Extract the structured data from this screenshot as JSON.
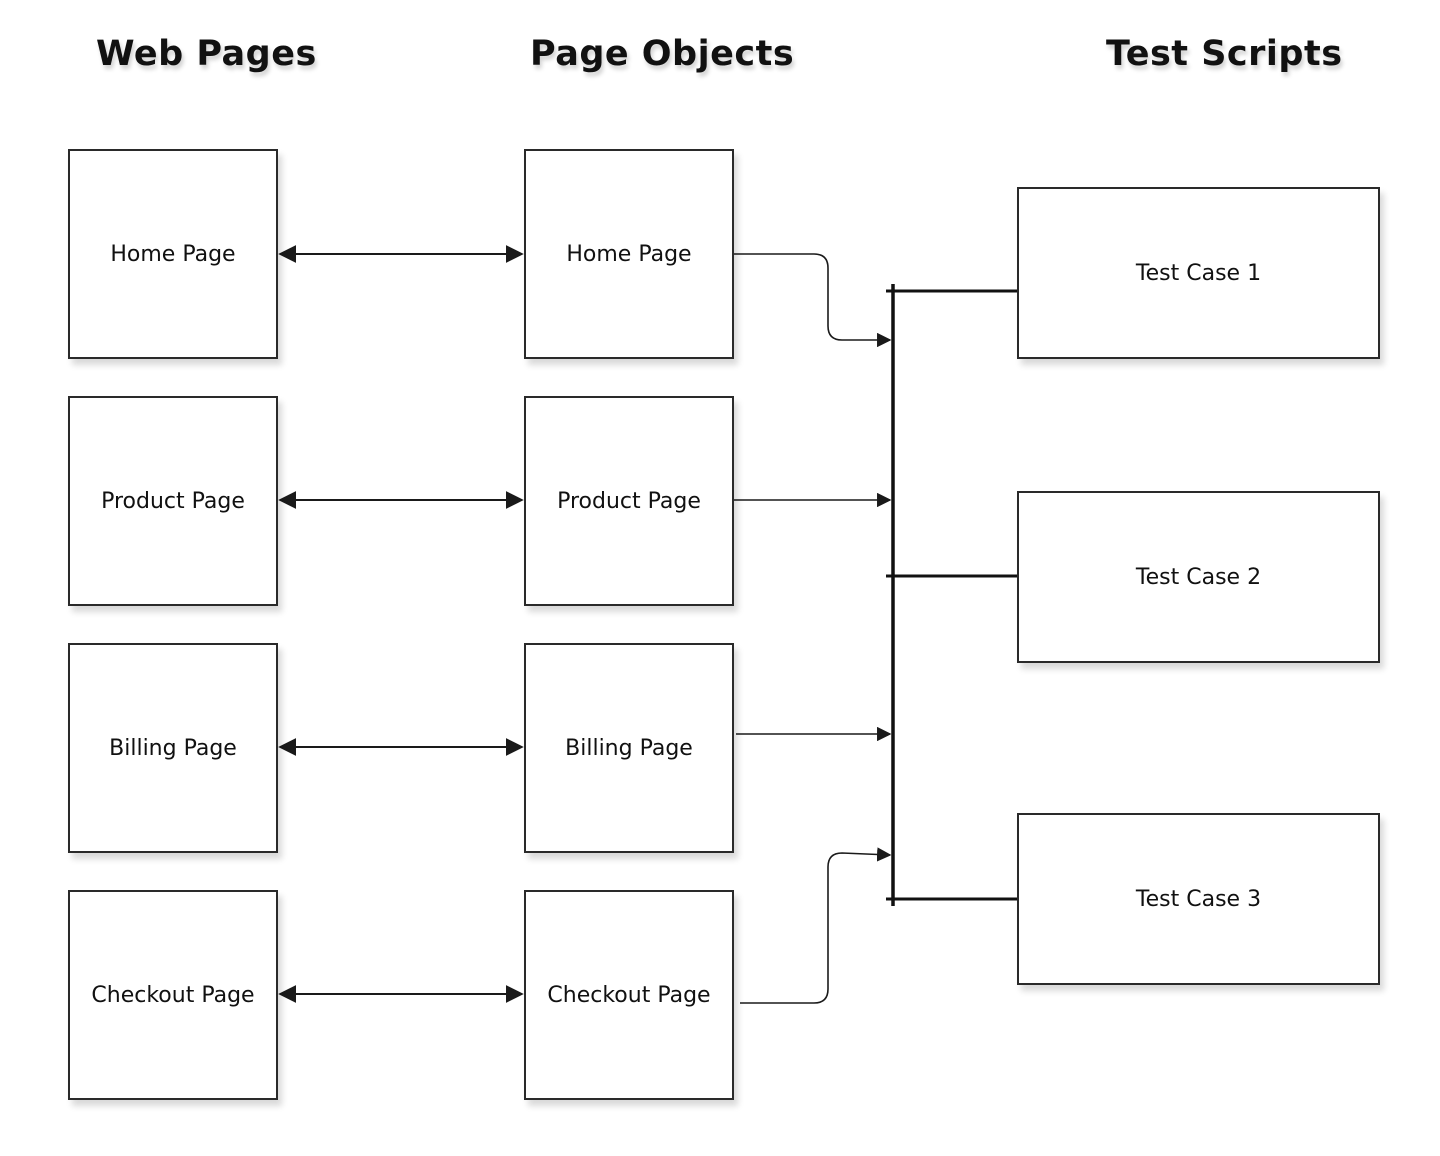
{
  "columns": {
    "web_pages_title": "Web Pages",
    "page_objects_title": "Page Objects",
    "test_scripts_title": "Test Scripts"
  },
  "web_pages": [
    "Home Page",
    "Product Page",
    "Billing Page",
    "Checkout Page"
  ],
  "page_objects": [
    "Home Page",
    "Product Page",
    "Billing Page",
    "Checkout Page"
  ],
  "test_scripts": [
    "Test Case 1",
    "Test Case 2",
    "Test Case 3"
  ],
  "colors": {
    "line": "#1a1a1a",
    "bus": "#111111",
    "box_border": "#2a2a2a"
  }
}
